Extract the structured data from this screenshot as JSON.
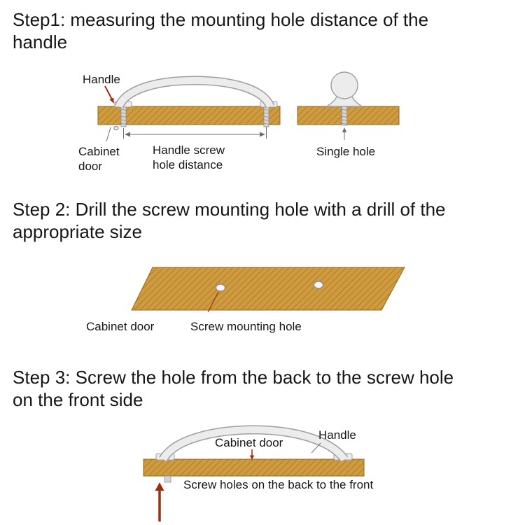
{
  "colors": {
    "background": "#ffffff",
    "text": "#161616",
    "wood": "#d09a3e",
    "wood_hatch": "#9c7426",
    "wood_edge": "#8f6a20",
    "handle_fill": "#ececec",
    "handle_stroke": "#9e9e9e",
    "metal": "#d5d5d5",
    "metal_stroke": "#8c8c8c",
    "hole_fill": "#f6f6f6",
    "arrow_red": "#9c2e10",
    "leader_gray": "#6f6f6f"
  },
  "steps": [
    {
      "title_lines": [
        "Step1: measuring the mounting hole distance of the",
        "handle"
      ],
      "labels": {
        "handle": "Handle",
        "cabinet_door": "Cabinet door",
        "screw_distance": "Handle screw hole distance",
        "single_hole": "Single hole"
      }
    },
    {
      "title_lines": [
        "Step 2: Drill the screw mounting hole with a drill of the",
        "appropriate size"
      ],
      "labels": {
        "cabinet_door": "Cabinet door",
        "screw_hole": "Screw mounting hole"
      }
    },
    {
      "title_lines": [
        "Step 3: Screw the hole from the back to the screw hole",
        "on the front side"
      ],
      "labels": {
        "cabinet_door": "Cabinet door",
        "handle": "Handle",
        "screw_holes": "Screw holes on the back to the front"
      }
    }
  ]
}
